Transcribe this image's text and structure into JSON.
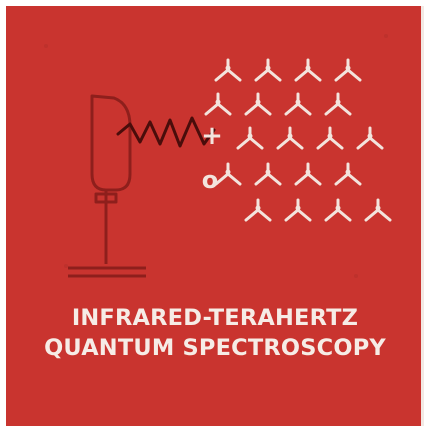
{
  "title": {
    "line1": "INFRARED-TERAHERTZ",
    "line2": "QUANTUM SPECTROSCOPY"
  },
  "symbols": {
    "plus": "+",
    "circle": "o"
  },
  "colors": {
    "background": "#c9342f",
    "foreground": "#f6ece6",
    "line": "#8e1f1c",
    "frame": "#ffffff"
  },
  "icons": [
    "laser-device-icon",
    "wave-icon",
    "molecule-lattice-icon"
  ]
}
